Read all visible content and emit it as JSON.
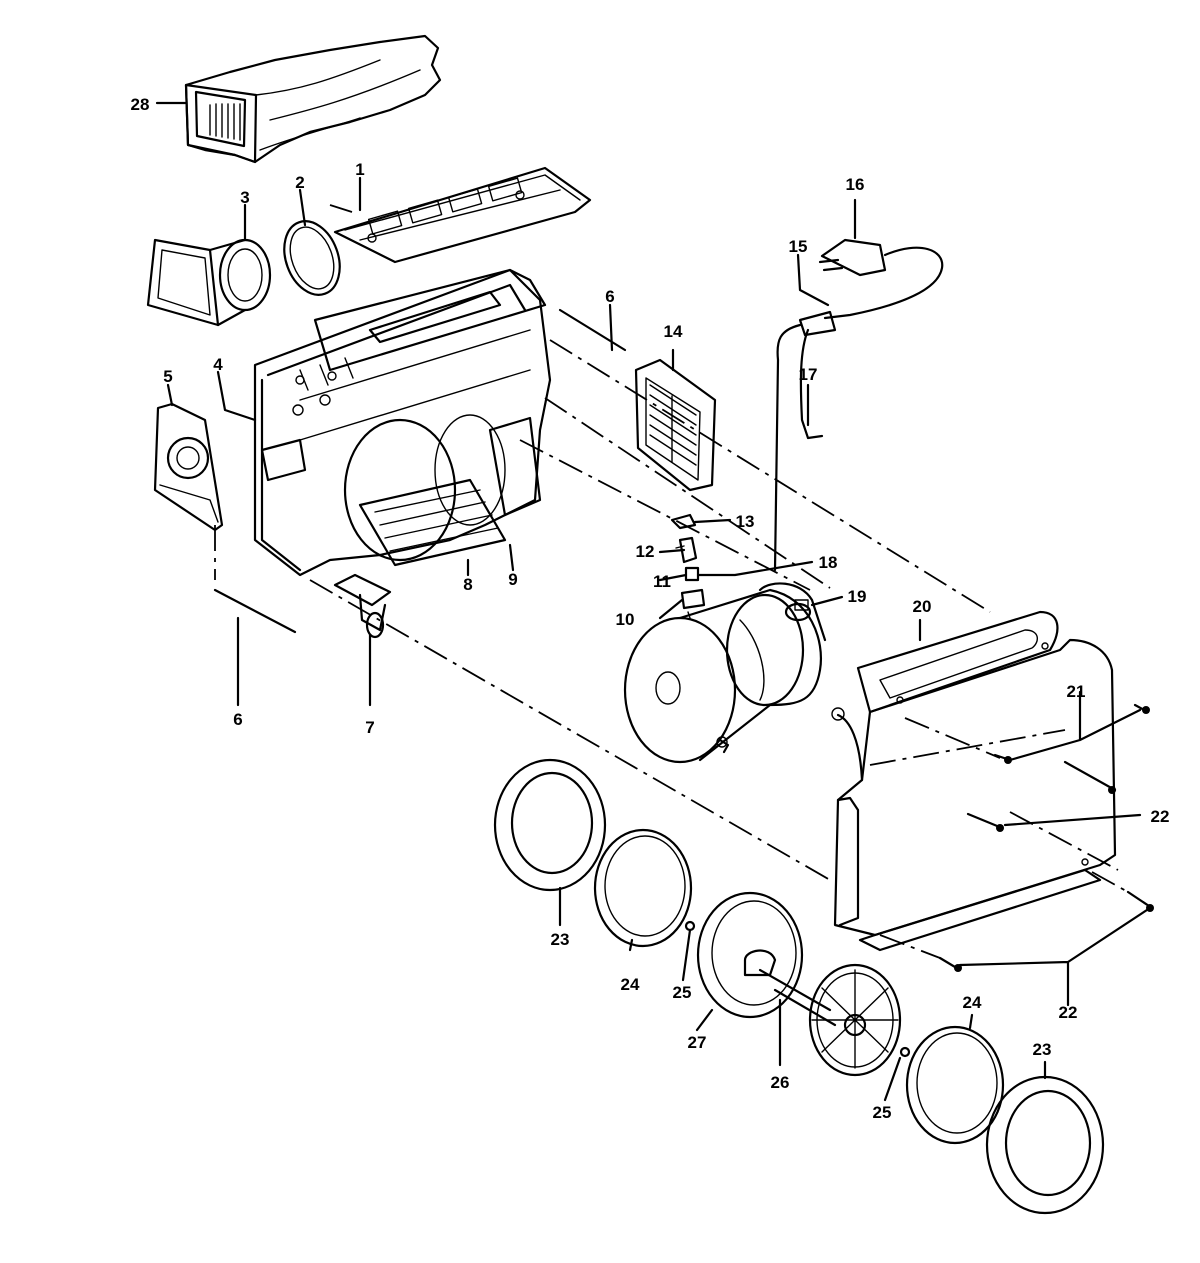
{
  "callouts": [
    {
      "id": "c28",
      "text": "28"
    },
    {
      "id": "c1",
      "text": "1"
    },
    {
      "id": "c2",
      "text": "2"
    },
    {
      "id": "c3",
      "text": "3"
    },
    {
      "id": "c16",
      "text": "16"
    },
    {
      "id": "c15",
      "text": "15"
    },
    {
      "id": "c6a",
      "text": "6"
    },
    {
      "id": "c14",
      "text": "14"
    },
    {
      "id": "c5",
      "text": "5"
    },
    {
      "id": "c4",
      "text": "4"
    },
    {
      "id": "c17",
      "text": "17"
    },
    {
      "id": "c13",
      "text": "13"
    },
    {
      "id": "c12",
      "text": "12"
    },
    {
      "id": "c18",
      "text": "18"
    },
    {
      "id": "c11",
      "text": "11"
    },
    {
      "id": "c19",
      "text": "19"
    },
    {
      "id": "c8",
      "text": "8"
    },
    {
      "id": "c9",
      "text": "9"
    },
    {
      "id": "c10",
      "text": "10"
    },
    {
      "id": "c20",
      "text": "20"
    },
    {
      "id": "c21",
      "text": "21"
    },
    {
      "id": "c6b",
      "text": "6"
    },
    {
      "id": "c7",
      "text": "7"
    },
    {
      "id": "c22a",
      "text": "22"
    },
    {
      "id": "c23a",
      "text": "23"
    },
    {
      "id": "c24a",
      "text": "24"
    },
    {
      "id": "c25a",
      "text": "25"
    },
    {
      "id": "c27",
      "text": "27"
    },
    {
      "id": "c22b",
      "text": "22"
    },
    {
      "id": "c24b",
      "text": "24"
    },
    {
      "id": "c26",
      "text": "26"
    },
    {
      "id": "c25b",
      "text": "25"
    },
    {
      "id": "c23b",
      "text": "23"
    }
  ]
}
